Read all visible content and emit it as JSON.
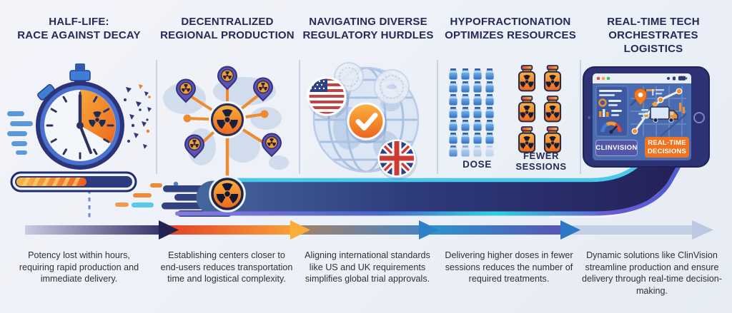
{
  "palette": {
    "accent_orange": "#f07c24",
    "deep_navy": "#242a55",
    "mid_blue": "#3f7fd2",
    "cyan": "#49c9ec",
    "ribbon_navy": "#2c3a7c"
  },
  "columns": [
    {
      "icon": "stopwatch-decay-icon",
      "title_line1": "HALF-LIFE:",
      "title_line2": "RACE AGAINST DECAY",
      "description": "Potency lost within hours, requiring rapid production and immediate delivery."
    },
    {
      "icon": "distribution-network-icon",
      "title_line1": "DECENTRALIZED",
      "title_line2": "REGIONAL PRODUCTION",
      "description": "Establishing centers closer to end-users reduces transportation time and logistical complexity."
    },
    {
      "icon": "globe-flags-approval-icon",
      "title_line1": "NAVIGATING DIVERSE",
      "title_line2": "REGULATORY HURDLES",
      "description": "Aligning international standards like US and UK requirements simplifies global trial approvals."
    },
    {
      "icon": "dose-vials-icon",
      "title_line1": "HYPOFRACTIONATION",
      "title_line2": "OPTIMIZES RESOURCES",
      "description": "Delivering higher doses in fewer sessions reduces the number of required treatments."
    },
    {
      "icon": "logistics-tablet-icon",
      "title_line1": "REAL-TIME TECH",
      "title_line2": "ORCHESTRATES LOGISTICS",
      "description": "Dynamic solutions like ClinVision streamline production and ensure delivery through real-time decision-making."
    }
  ],
  "hypofractionation": {
    "dose_label": "DOSE",
    "sessions_label_line1": "FEWER",
    "sessions_label_line2": "SESSIONS",
    "dose_vial_count": 28,
    "fewer_session_vial_count": 6
  },
  "tablet": {
    "brand_badge": "CLINVISION",
    "decision_badge_line1": "REAL-TIME",
    "decision_badge_line2": "DECISIONS"
  }
}
